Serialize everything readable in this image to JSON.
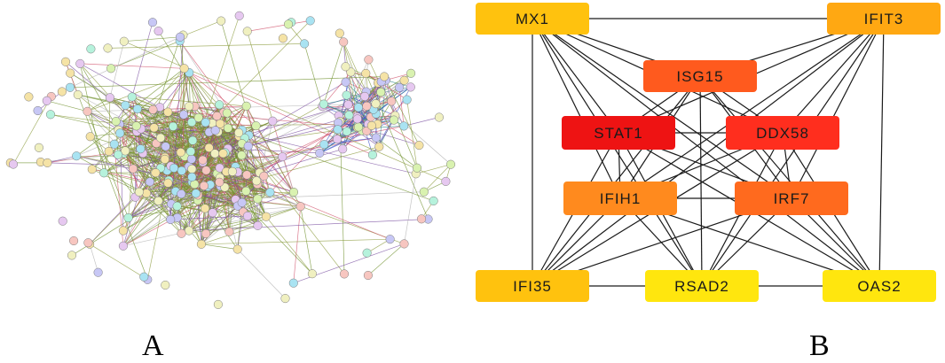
{
  "panels": [
    {
      "label": "A"
    },
    {
      "label": "B"
    }
  ],
  "network_a": {
    "kind": "dense protein-protein interaction network",
    "node_colors": [
      "#b6f2dc",
      "#c7c7f5",
      "#f5e3a6",
      "#f7c6c0",
      "#d9f2b0",
      "#a9e3f2",
      "#e6c8f0",
      "#f0f0c0"
    ],
    "edge_colors": [
      "#6e8f2a",
      "#8a9a3a",
      "#3a4fc8",
      "#d0506a",
      "#7a4fa0",
      "#2a8a8a",
      "#b0b0b0"
    ]
  },
  "network_b": {
    "nodes": [
      {
        "id": "MX1",
        "label": "MX1",
        "color": "#FFC20E"
      },
      {
        "id": "IFIT3",
        "label": "IFIT3",
        "color": "#FFA812"
      },
      {
        "id": "ISG15",
        "label": "ISG15",
        "color": "#FF5A1E"
      },
      {
        "id": "STAT1",
        "label": "STAT1",
        "color": "#EE1313"
      },
      {
        "id": "DDX58",
        "label": "DDX58",
        "color": "#FF2E1E"
      },
      {
        "id": "IFIH1",
        "label": "IFIH1",
        "color": "#FF8A1E"
      },
      {
        "id": "IRF7",
        "label": "IRF7",
        "color": "#FF6A1E"
      },
      {
        "id": "IFI35",
        "label": "IFI35",
        "color": "#FFC20E"
      },
      {
        "id": "RSAD2",
        "label": "RSAD2",
        "color": "#FFE60E"
      },
      {
        "id": "OAS2",
        "label": "OAS2",
        "color": "#FFE60E"
      }
    ],
    "edges": [
      [
        "MX1",
        "IFIT3"
      ],
      [
        "MX1",
        "ISG15"
      ],
      [
        "MX1",
        "STAT1"
      ],
      [
        "MX1",
        "DDX58"
      ],
      [
        "MX1",
        "IFIH1"
      ],
      [
        "MX1",
        "IRF7"
      ],
      [
        "MX1",
        "IFI35"
      ],
      [
        "MX1",
        "RSAD2"
      ],
      [
        "MX1",
        "OAS2"
      ],
      [
        "IFIT3",
        "ISG15"
      ],
      [
        "IFIT3",
        "STAT1"
      ],
      [
        "IFIT3",
        "DDX58"
      ],
      [
        "IFIT3",
        "IFIH1"
      ],
      [
        "IFIT3",
        "IRF7"
      ],
      [
        "IFIT3",
        "IFI35"
      ],
      [
        "IFIT3",
        "RSAD2"
      ],
      [
        "IFIT3",
        "OAS2"
      ],
      [
        "ISG15",
        "STAT1"
      ],
      [
        "ISG15",
        "DDX58"
      ],
      [
        "ISG15",
        "IFIH1"
      ],
      [
        "ISG15",
        "IRF7"
      ],
      [
        "ISG15",
        "IFI35"
      ],
      [
        "ISG15",
        "RSAD2"
      ],
      [
        "ISG15",
        "OAS2"
      ],
      [
        "STAT1",
        "DDX58"
      ],
      [
        "STAT1",
        "IFIH1"
      ],
      [
        "STAT1",
        "IRF7"
      ],
      [
        "STAT1",
        "IFI35"
      ],
      [
        "STAT1",
        "RSAD2"
      ],
      [
        "STAT1",
        "OAS2"
      ],
      [
        "DDX58",
        "IFIH1"
      ],
      [
        "DDX58",
        "IRF7"
      ],
      [
        "DDX58",
        "IFI35"
      ],
      [
        "DDX58",
        "RSAD2"
      ],
      [
        "DDX58",
        "OAS2"
      ],
      [
        "IFIH1",
        "IRF7"
      ],
      [
        "IFIH1",
        "IFI35"
      ],
      [
        "IFIH1",
        "RSAD2"
      ],
      [
        "IFIH1",
        "OAS2"
      ],
      [
        "IRF7",
        "IFI35"
      ],
      [
        "IRF7",
        "RSAD2"
      ],
      [
        "IRF7",
        "OAS2"
      ],
      [
        "IFI35",
        "RSAD2"
      ],
      [
        "RSAD2",
        "OAS2"
      ]
    ]
  }
}
